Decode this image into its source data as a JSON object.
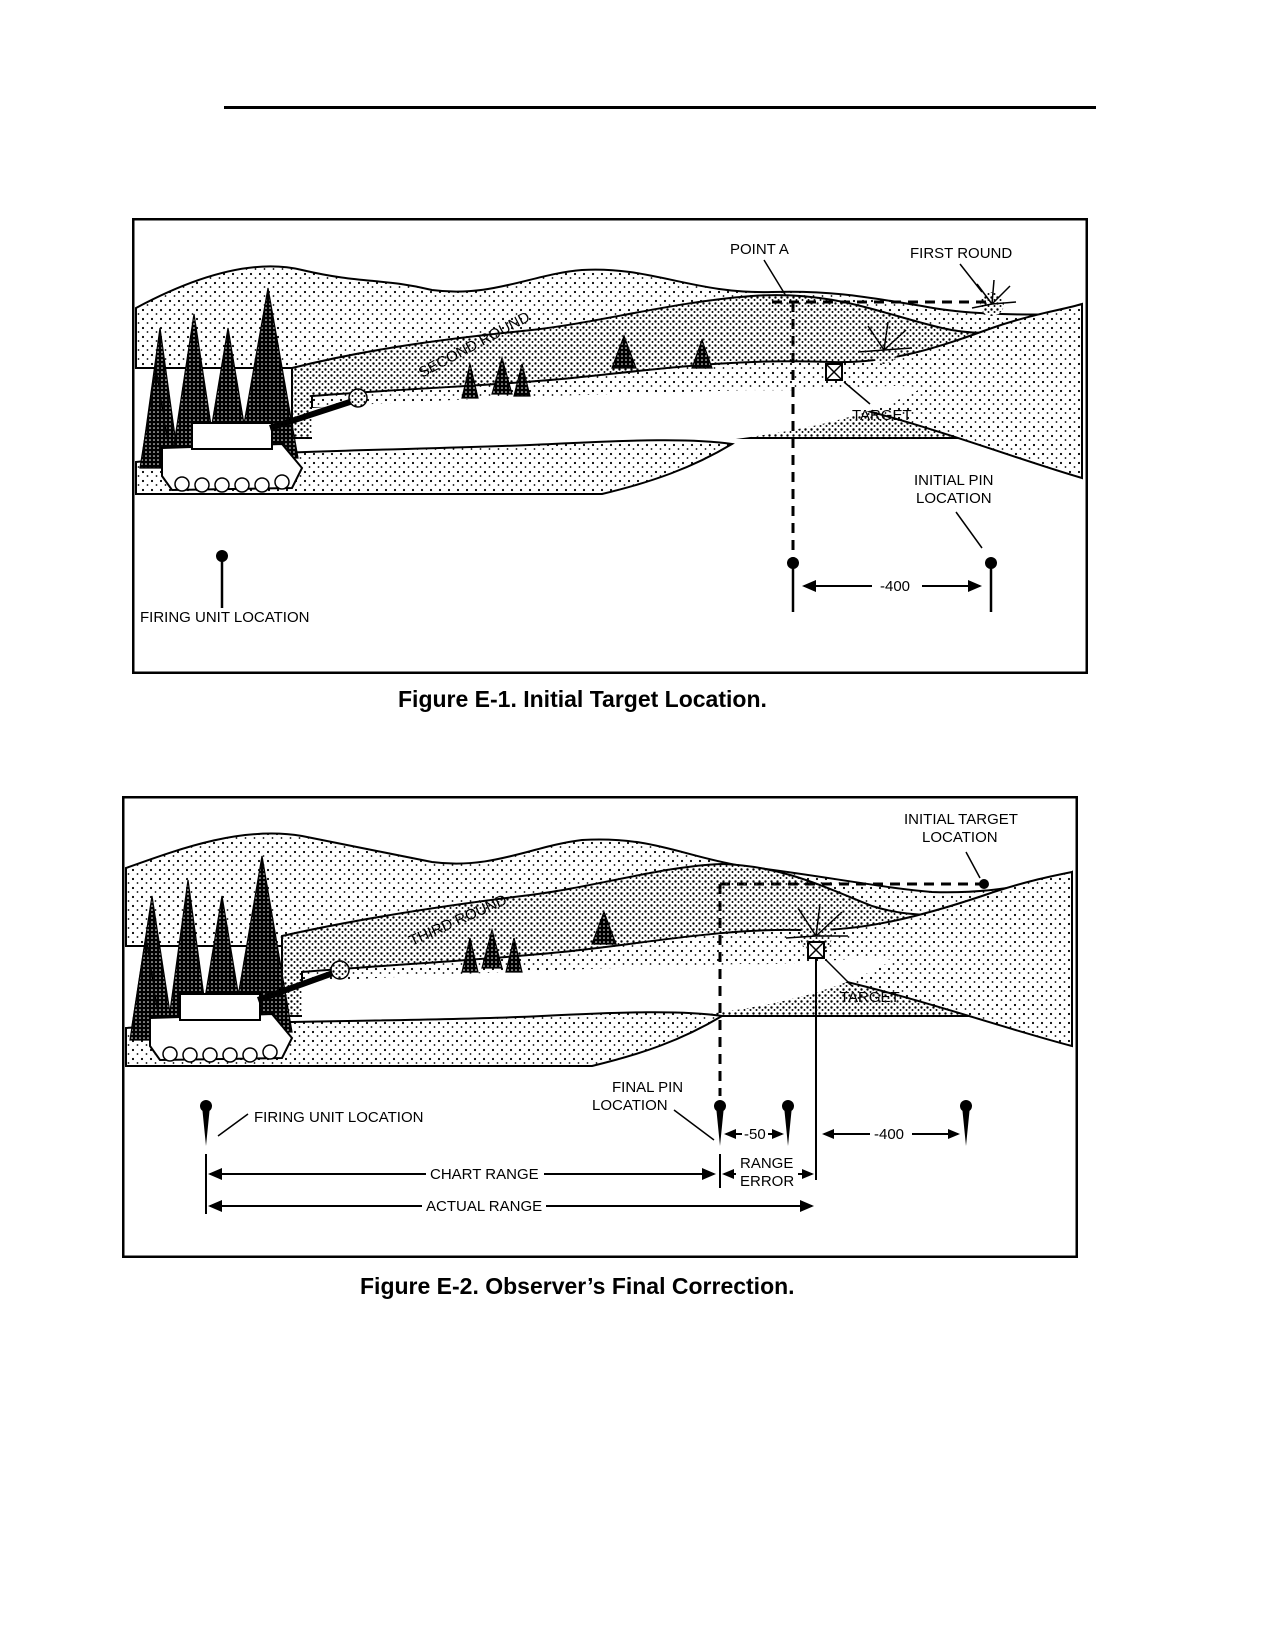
{
  "figure1": {
    "caption": "Figure E-1.  Initial Target Location.",
    "labels": {
      "point_a": "POINT A",
      "first_round": "FIRST ROUND",
      "second_round": "SECOND ROUND",
      "target": "TARGET",
      "initial_pin_line1": "INITIAL PIN",
      "initial_pin_line2": "LOCATION",
      "firing_unit": "FIRING UNIT LOCATION",
      "range_shift": "-400"
    }
  },
  "figure2": {
    "caption": "Figure E-2.  Observer’s Final Correction.",
    "labels": {
      "initial_target_line1": "INITIAL TARGET",
      "initial_target_line2": "LOCATION",
      "third_round": "THIRD ROUND",
      "target": "TARGET",
      "final_pin_line1": "FINAL PIN",
      "final_pin_line2": "LOCATION",
      "firing_unit": "FIRING UNIT LOCATION",
      "correction_50": "-50",
      "correction_400": "-400",
      "chart_range": "CHART RANGE",
      "range_error_line1": "RANGE",
      "range_error_line2": "ERROR",
      "actual_range": "ACTUAL RANGE"
    }
  }
}
